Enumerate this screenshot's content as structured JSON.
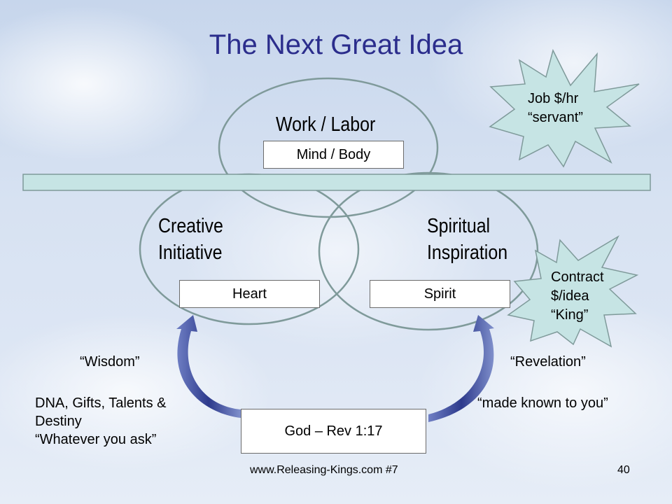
{
  "slide": {
    "title": "The Next Great Idea",
    "footer_source": "www.Releasing-Kings.com #7",
    "page_number": "40"
  },
  "diagram": {
    "work": {
      "heading": "Work / Labor",
      "box": "Mind / Body"
    },
    "creative": {
      "heading_line1": "Creative",
      "heading_line2": "Initiative",
      "box": "Heart"
    },
    "spiritual": {
      "heading_line1": "Spiritual",
      "heading_line2": "Inspiration",
      "box": "Spirit"
    },
    "god_box": "God – Rev 1:17",
    "left_notes": {
      "quote": "“Wisdom”",
      "line1": "DNA, Gifts, Talents &",
      "line2": "Destiny",
      "line3": "“Whatever you ask”"
    },
    "right_notes": {
      "quote": "“Revelation”",
      "line1": "“made known to you”"
    },
    "burst_job": {
      "line1": "Job $/hr",
      "line2": "“servant”"
    },
    "burst_contract": {
      "line1": "Contract",
      "line2": "$/idea",
      "line3": "“King”"
    }
  },
  "colors": {
    "title": "#2b2d8c",
    "circle_stroke": "#7f9a9a",
    "bar_fill": "#c6e4e4",
    "burst_fill": "#c6e4e4",
    "arrow_fill": "#2d3a8c"
  }
}
